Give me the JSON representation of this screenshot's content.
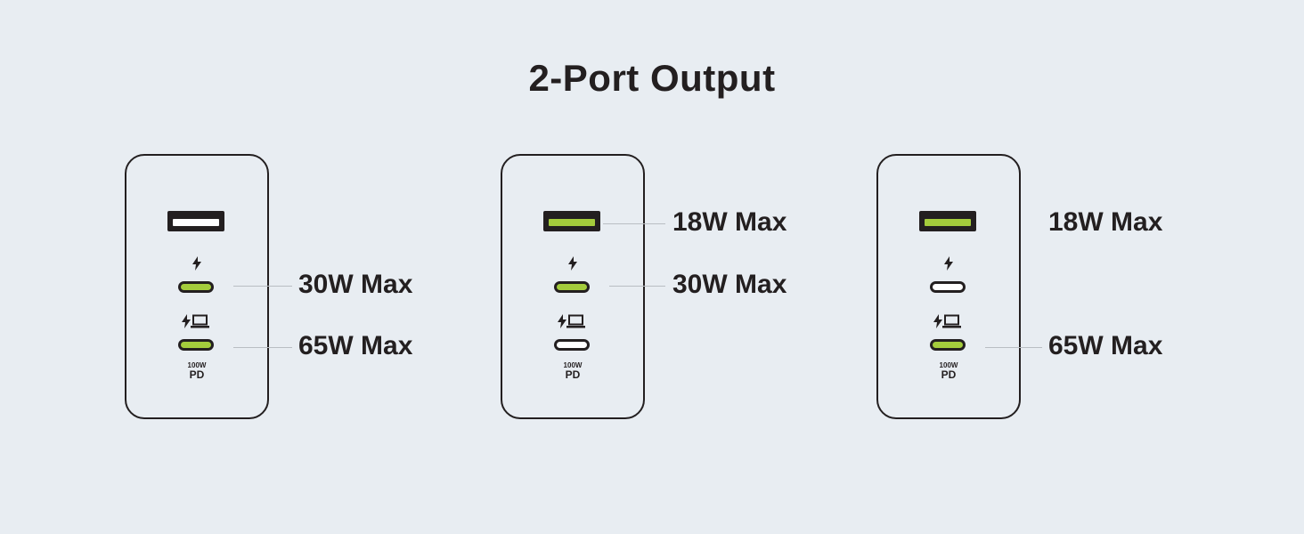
{
  "title": "2-Port Output",
  "colors": {
    "background": "#e8edf2",
    "outline": "#231f20",
    "active_port": "#a4cc3c",
    "inactive_port": "#ffffff",
    "leader_line": "#b9bec3"
  },
  "charger_graphics": {
    "pd_watt_label": "100W",
    "pd_label": "PD",
    "usb_c_icon": "lightning-bolt-icon",
    "pd_icon": "lightning-laptop-icon"
  },
  "configurations": [
    {
      "usb_a_active": false,
      "usb_c1_active": true,
      "usb_c2_active": true,
      "labels": {
        "usb_a": "",
        "usb_c1": "30W Max",
        "usb_c2": "65W Max"
      }
    },
    {
      "usb_a_active": true,
      "usb_c1_active": true,
      "usb_c2_active": false,
      "labels": {
        "usb_a": "18W Max",
        "usb_c1": "30W Max",
        "usb_c2": ""
      }
    },
    {
      "usb_a_active": true,
      "usb_c1_active": false,
      "usb_c2_active": true,
      "labels": {
        "usb_a": "18W Max",
        "usb_c1": "",
        "usb_c2": "65W Max"
      }
    }
  ]
}
